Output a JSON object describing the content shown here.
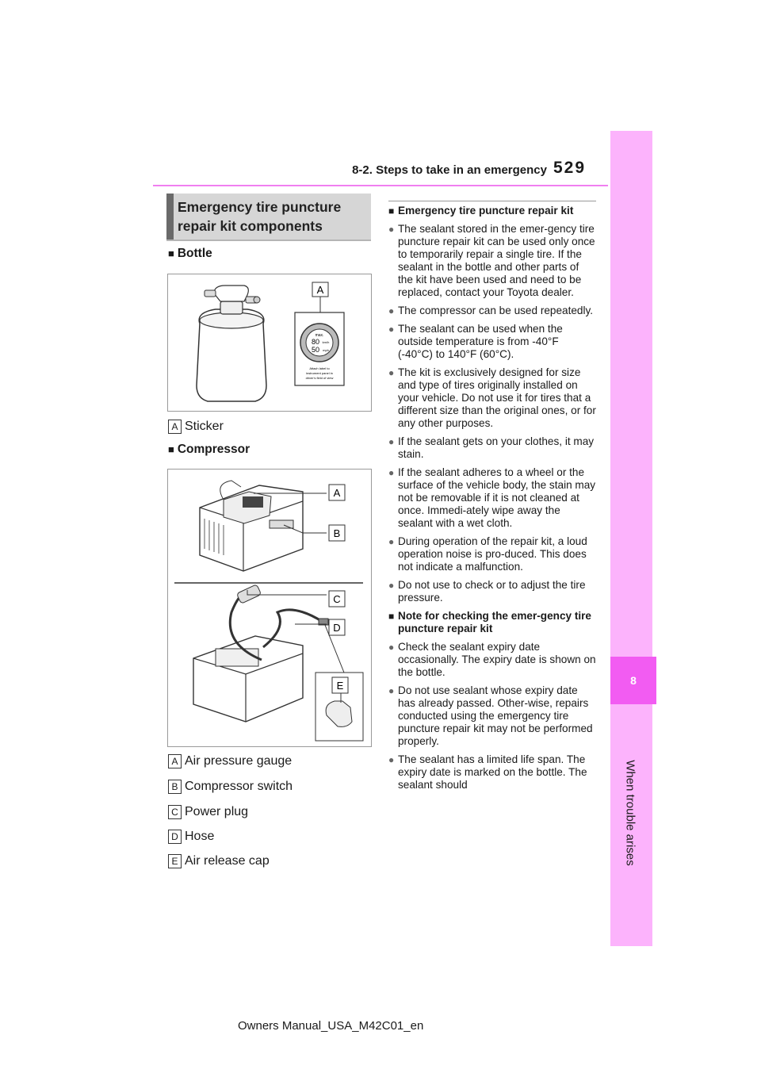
{
  "header": {
    "section": "8-2. Steps to take in an emergency",
    "page_number": "529"
  },
  "side_tab": {
    "chapter_number": "8",
    "chapter_title": "When trouble arises"
  },
  "section_title": "Emergency tire puncture repair kit components",
  "bottle": {
    "heading": "Bottle",
    "figure": {
      "label_a": "A",
      "sticker_lines": [
        "max.",
        "80",
        "km/h",
        "50",
        "mph",
        "Attach label to",
        "instrument panel in",
        "driver's field of view"
      ]
    },
    "callouts": [
      {
        "letter": "A",
        "text": "Sticker"
      }
    ]
  },
  "compressor": {
    "heading": "Compressor",
    "figure_labels": [
      "A",
      "B",
      "C",
      "D",
      "E"
    ],
    "callouts": [
      {
        "letter": "A",
        "text": "Air pressure gauge"
      },
      {
        "letter": "B",
        "text": "Compressor switch"
      },
      {
        "letter": "C",
        "text": "Power plug"
      },
      {
        "letter": "D",
        "text": "Hose"
      },
      {
        "letter": "E",
        "text": "Air release cap"
      }
    ]
  },
  "right_column": {
    "heading1": "Emergency tire puncture repair kit",
    "bullets1": [
      "The sealant stored in the emer-gency tire puncture repair kit can be used only once to temporarily repair a single tire. If the sealant in the bottle and other parts of the kit have been used and need to be replaced, contact your Toyota dealer.",
      "The compressor can be used repeatedly.",
      "The sealant can be used when the outside temperature is from -40°F (-40°C) to 140°F (60°C).",
      "The kit is exclusively designed for size and type of tires originally installed on your vehicle. Do not use it for tires that a different size than the original ones, or for any other purposes.",
      "If the sealant gets on your clothes, it may stain.",
      "If the sealant adheres to a wheel or the surface of the vehicle body, the stain may not be removable if it is not cleaned at once. Immedi-ately wipe away the sealant with a wet cloth.",
      "During operation of the repair kit, a loud operation noise is pro-duced. This does not indicate a malfunction.",
      "Do not use to check or to adjust the tire pressure."
    ],
    "heading2": "Note for checking the emer-gency tire puncture repair kit",
    "bullets2": [
      "Check the sealant expiry date occasionally. The expiry date is shown on the bottle.",
      "Do not use sealant whose expiry date has already passed. Other-wise, repairs conducted using the emergency tire puncture repair kit may not be performed properly.",
      "The sealant has a limited life span. The expiry date is marked on the bottle. The sealant should"
    ]
  },
  "footer": "Owners Manual_USA_M42C01_en"
}
